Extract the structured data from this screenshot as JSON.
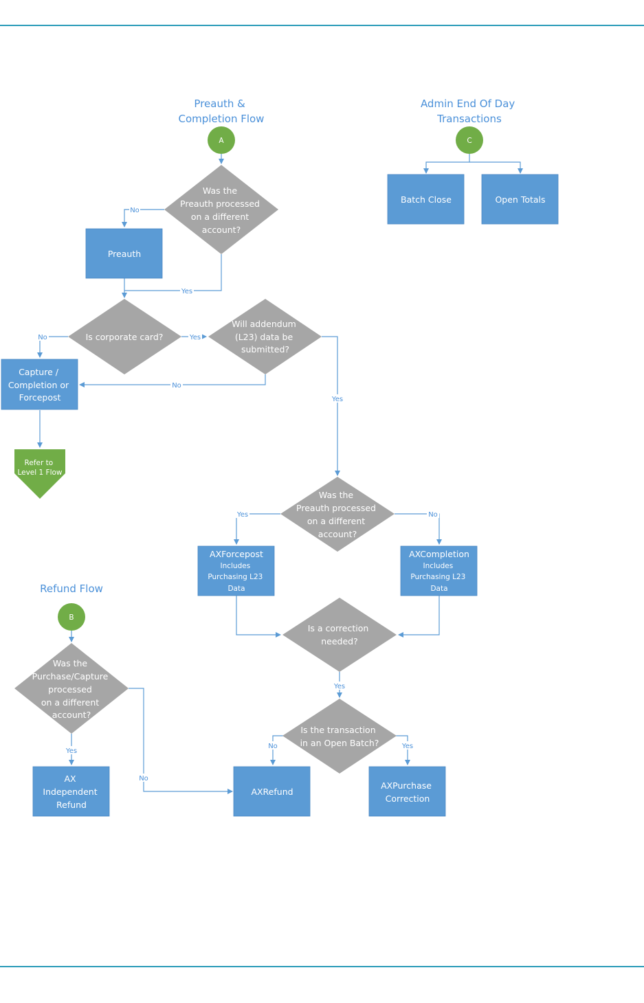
{
  "titles": {
    "preauth": [
      "Preauth &",
      "Completion Flow"
    ],
    "admin": [
      "Admin End Of Day",
      "Transactions"
    ],
    "refund": [
      "Refund Flow"
    ]
  },
  "connectors": {
    "a": "A",
    "b": "B",
    "c": "C"
  },
  "nodes": {
    "q_preauth_diff_1": [
      "Was the",
      "Preauth processed",
      "on a different",
      "account?"
    ],
    "preauth": [
      "Preauth"
    ],
    "q_corporate": [
      "Is corporate card?"
    ],
    "q_addendum": [
      "Will addendum",
      "(L23) data be",
      "submitted?"
    ],
    "capture": [
      "Capture /",
      "Completion or",
      "Forcepost"
    ],
    "refer": [
      "Refer to",
      "Level 1 Flow"
    ],
    "q_preauth_diff_2": [
      "Was the",
      "Preauth processed",
      "on a different",
      "account?"
    ],
    "axforcepost_title": "AXForcepost",
    "axforcepost_sub": [
      "Includes",
      "Purchasing L23",
      "Data"
    ],
    "axcompletion_title": "AXCompletion",
    "axcompletion_sub": [
      "Includes",
      "Purchasing L23",
      "Data"
    ],
    "q_correction": [
      "Is a correction",
      "needed?"
    ],
    "q_open_batch": [
      "Is the transaction",
      "in an Open Batch?"
    ],
    "axrefund": [
      "AXRefund"
    ],
    "axpurchase": [
      "AXPurchase",
      "Correction"
    ],
    "q_refund_diff": [
      "Was the",
      "Purchase/Capture",
      "processed",
      "on a different",
      "account?"
    ],
    "ax_independent": [
      "AX",
      "Independent",
      "Refund"
    ],
    "batch_close": [
      "Batch Close"
    ],
    "open_totals": [
      "Open Totals"
    ]
  },
  "edge_labels": {
    "yes": "Yes",
    "no": "No"
  },
  "colors": {
    "process_box": "#5b9bd5",
    "decision": "#a6a6a6",
    "connector": "#71ad47",
    "title_text": "#4a90d9",
    "rule": "#2a9bb8"
  }
}
